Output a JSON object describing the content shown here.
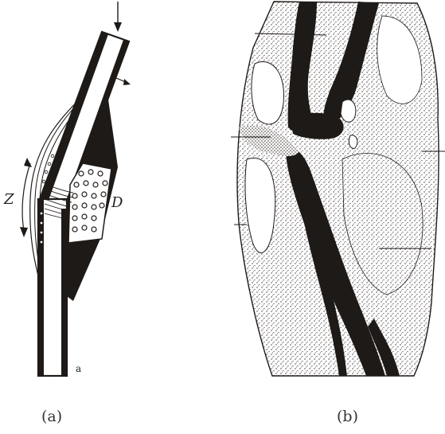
{
  "figure": {
    "panel_a": {
      "caption": "(a)",
      "label_z": "Z",
      "label_d": "D",
      "bone_end_label": "a"
    },
    "panel_b": {
      "caption": "(b)"
    },
    "colors": {
      "ink": "#1e1a18",
      "paper": "#ffffff",
      "stipple": "#3a3330"
    }
  }
}
